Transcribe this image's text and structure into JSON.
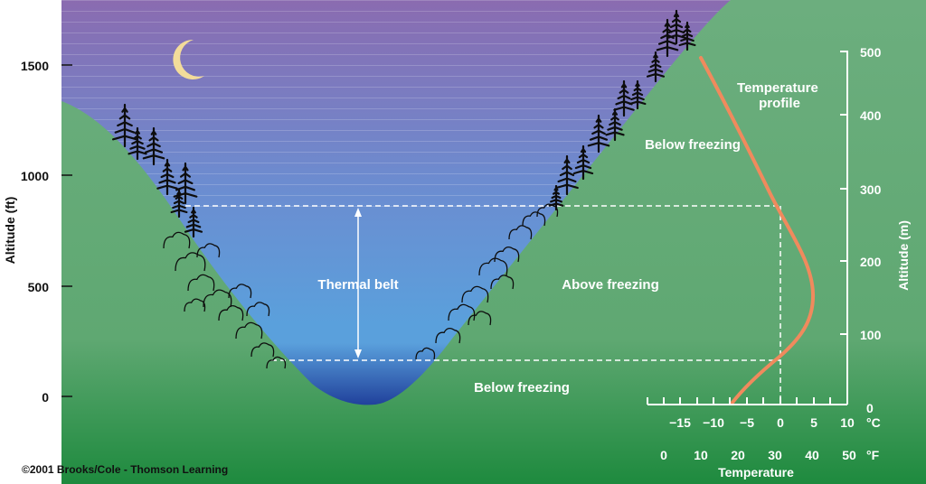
{
  "altitude_ft_axis": {
    "title": "Altitude (ft)",
    "ticks": [
      "0",
      "500",
      "1000",
      "1500"
    ]
  },
  "altitude_m_axis": {
    "title": "Altitude (m)",
    "ticks": [
      "0",
      "100",
      "200",
      "300",
      "400",
      "500"
    ]
  },
  "temperature_axis": {
    "title": "Temperature",
    "celsius_unit": "°C",
    "fahrenheit_unit": "°F",
    "celsius_ticks": [
      "−15",
      "−10",
      "−5",
      "0",
      "5",
      "10"
    ],
    "fahrenheit_ticks": [
      "0",
      "10",
      "20",
      "30",
      "40",
      "50"
    ]
  },
  "labels": {
    "thermal_belt": "Thermal belt",
    "above_freezing": "Above freezing",
    "below_freezing_upper": "Below freezing",
    "below_freezing_lower": "Below freezing",
    "profile_line1": "Temperature",
    "profile_line2": "profile"
  },
  "credit": "©2001 Brooks/Cole - Thomson Learning",
  "colors": {
    "sky_top": "#8a6bb0",
    "sky_bottom": "#5aa0dc",
    "cold_pool": "#1f3f9a",
    "ground_top": "#6cae7e",
    "ground_bottom": "#1e8a3e",
    "profile_line": "#f08a5d"
  },
  "icons": [
    "moon-icon",
    "conifer-tree-icon",
    "shrub-icon"
  ]
}
